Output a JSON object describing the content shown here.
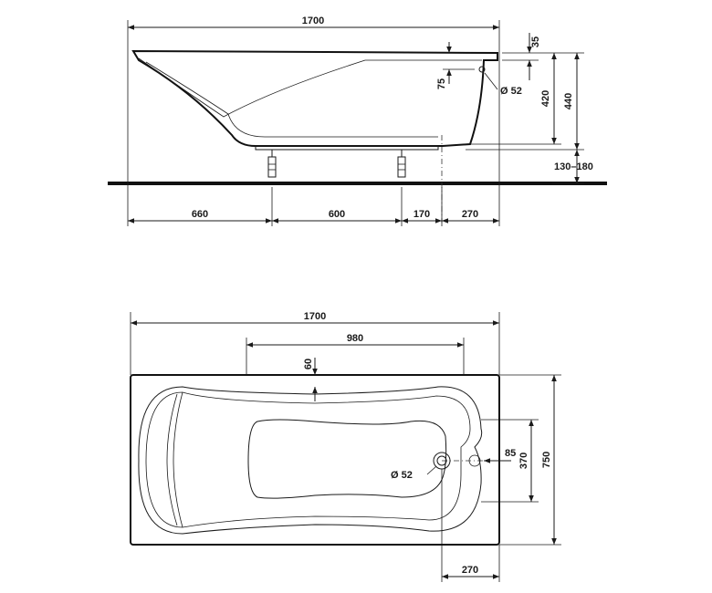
{
  "side_view": {
    "length": "1700",
    "rim_thickness": "35",
    "overflow_offset": "75",
    "drain_diameter": "Ø 52",
    "depth_inner": "420",
    "depth_total": "440",
    "leg_height": "130–180",
    "seg_1": "660",
    "seg_2": "600",
    "seg_3": "170",
    "seg_4": "270"
  },
  "top_view": {
    "length": "1700",
    "inner_length": "980",
    "rim_offset": "60",
    "drain_offset": "85",
    "inner_width": "370",
    "width": "750",
    "drain_diameter": "Ø 52",
    "drain_to_end": "270"
  }
}
